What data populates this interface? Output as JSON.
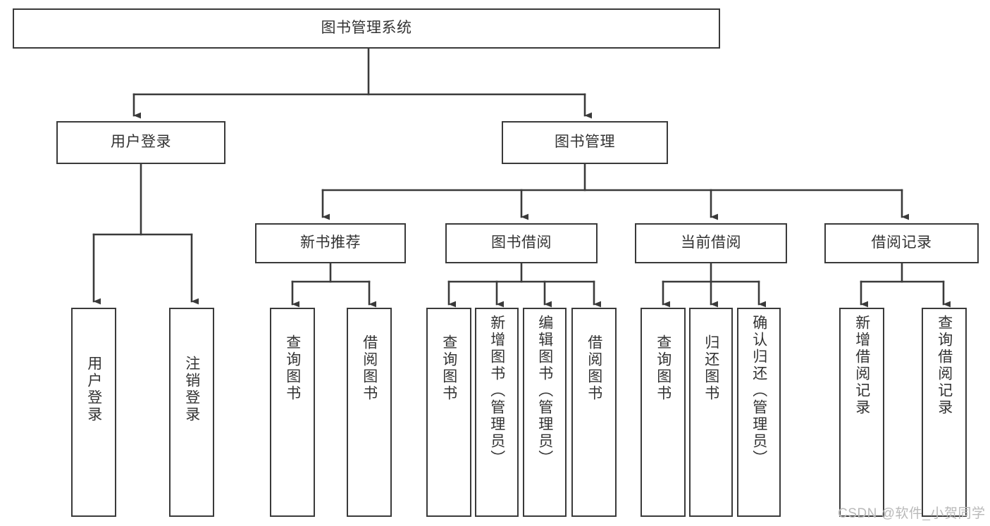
{
  "diagram": {
    "title": "图书管理系统",
    "type": "tree-hierarchy",
    "levels": 4,
    "root": {
      "id": "root",
      "label": "图书管理系统"
    },
    "level2": [
      {
        "id": "user-login",
        "label": "用户登录"
      },
      {
        "id": "book-management",
        "label": "图书管理"
      }
    ],
    "level3": [
      {
        "id": "new-book-recommend",
        "label": "新书推荐",
        "parent": "book-management"
      },
      {
        "id": "book-borrow",
        "label": "图书借阅",
        "parent": "book-management"
      },
      {
        "id": "current-borrow",
        "label": "当前借阅",
        "parent": "book-management"
      },
      {
        "id": "borrow-record",
        "label": "借阅记录",
        "parent": "book-management"
      }
    ],
    "leaves": [
      {
        "id": "leaf-user-login",
        "label": "用户登录",
        "parent": "user-login"
      },
      {
        "id": "leaf-logout-login",
        "label": "注销登录",
        "parent": "user-login"
      },
      {
        "id": "leaf-query-book-1",
        "label": "查询图书",
        "parent": "new-book-recommend"
      },
      {
        "id": "leaf-borrow-book-1",
        "label": "借阅图书",
        "parent": "new-book-recommend"
      },
      {
        "id": "leaf-query-book-2",
        "label": "查询图书",
        "parent": "book-borrow"
      },
      {
        "id": "leaf-add-book",
        "label": "新增图书（管理员）",
        "parent": "book-borrow"
      },
      {
        "id": "leaf-edit-book",
        "label": "编辑图书（管理员）",
        "parent": "book-borrow"
      },
      {
        "id": "leaf-borrow-book-2",
        "label": "借阅图书",
        "parent": "book-borrow"
      },
      {
        "id": "leaf-query-book-3",
        "label": "查询图书",
        "parent": "current-borrow"
      },
      {
        "id": "leaf-return-book",
        "label": "归还图书",
        "parent": "current-borrow"
      },
      {
        "id": "leaf-confirm-return",
        "label": "确认归还（管理员）",
        "parent": "current-borrow"
      },
      {
        "id": "leaf-add-record",
        "label": "新增借阅记录",
        "parent": "borrow-record"
      },
      {
        "id": "leaf-query-record",
        "label": "查询借阅记录",
        "parent": "borrow-record"
      }
    ]
  },
  "watermark": {
    "text": "CSDN @软件_小贺同学"
  },
  "colors": {
    "box_border": "#3a3a3a",
    "box_fill": "#ffffff",
    "text": "#333333",
    "edge": "#3a3a3a",
    "watermark": "#b9b9b9",
    "background": "#ffffff"
  }
}
